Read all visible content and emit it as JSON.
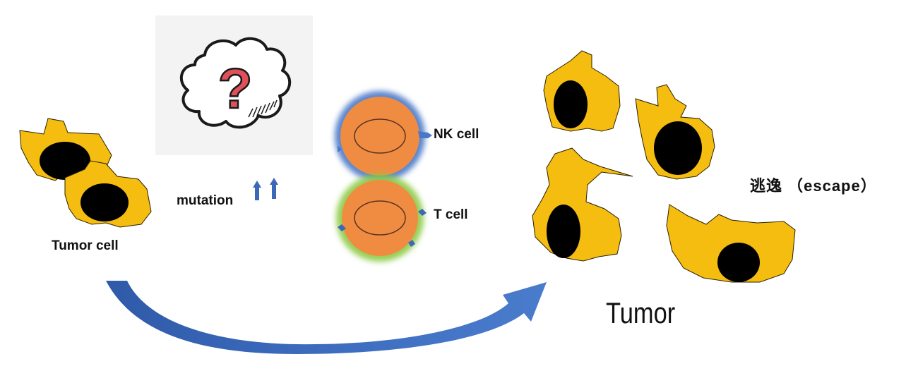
{
  "labels": {
    "tumor_cell": "Tumor cell",
    "mutation": "mutation",
    "nk_cell": "NK cell",
    "t_cell": "T cell",
    "escape": "逃逸 （escape）",
    "tumor": "Tumor"
  },
  "symbols": {
    "question_mark": "?"
  },
  "icons": [
    "thought-cloud-icon",
    "question-mark-icon",
    "up-arrow-icon",
    "curved-arrow-icon"
  ],
  "colors": {
    "tumor_cell_body": "#f5bd10",
    "nucleus": "#000000",
    "nk_cell_halo": "#4a78c8",
    "t_cell_halo": "#8ccb45",
    "immune_cell_body": "#f08c42",
    "arrow": "#3c68b8",
    "question_mark": "#e0505a"
  }
}
